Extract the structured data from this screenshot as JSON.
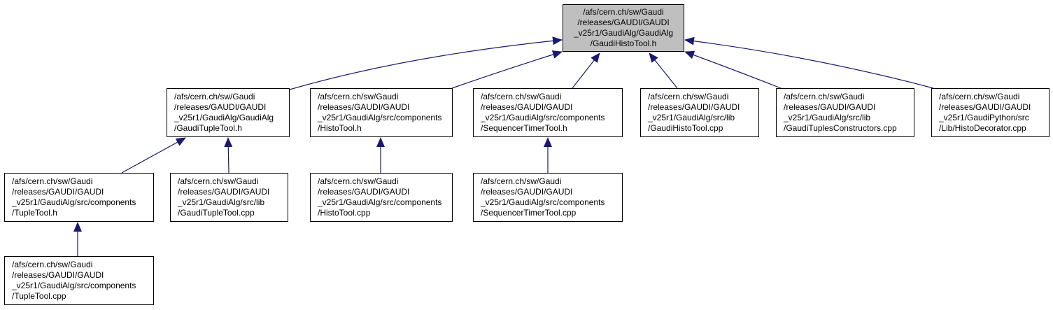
{
  "colors": {
    "edge": "#191970",
    "root_fill": "#bfbfbf",
    "node_fill": "#ffffff",
    "border": "#000000"
  },
  "nodes": [
    {
      "id": "gaudi-histo-tool-h",
      "lines": [
        "/afs/cern.ch/sw/Gaudi",
        "/releases/GAUDI/GAUDI",
        "_v25r1/GaudiAlg/GaudiAlg",
        "/GaudiHistoTool.h"
      ],
      "root": true
    },
    {
      "id": "gaudi-tuple-tool-h",
      "lines": [
        "/afs/cern.ch/sw/Gaudi",
        "/releases/GAUDI/GAUDI",
        "_v25r1/GaudiAlg/GaudiAlg",
        "/GaudiTupleTool.h"
      ]
    },
    {
      "id": "histo-tool-h",
      "lines": [
        "/afs/cern.ch/sw/Gaudi",
        "/releases/GAUDI/GAUDI",
        "_v25r1/GaudiAlg/src/components",
        "/HistoTool.h"
      ]
    },
    {
      "id": "sequencer-timer-tool-h",
      "lines": [
        "/afs/cern.ch/sw/Gaudi",
        "/releases/GAUDI/GAUDI",
        "_v25r1/GaudiAlg/src/components",
        "/SequencerTimerTool.h"
      ]
    },
    {
      "id": "gaudi-histo-tool-cpp",
      "lines": [
        "/afs/cern.ch/sw/Gaudi",
        "/releases/GAUDI/GAUDI",
        "_v25r1/GaudiAlg/src/lib",
        "/GaudiHistoTool.cpp"
      ]
    },
    {
      "id": "gaudi-tuples-constructors-cpp",
      "lines": [
        "/afs/cern.ch/sw/Gaudi",
        "/releases/GAUDI/GAUDI",
        "_v25r1/GaudiAlg/src/lib",
        "/GaudiTuplesConstructors.cpp"
      ]
    },
    {
      "id": "histo-decorator-cpp",
      "lines": [
        "/afs/cern.ch/sw/Gaudi",
        "/releases/GAUDI/GAUDI",
        "_v25r1/GaudiPython/src",
        "/Lib/HistoDecorator.cpp"
      ]
    },
    {
      "id": "tuple-tool-h",
      "lines": [
        "/afs/cern.ch/sw/Gaudi",
        "/releases/GAUDI/GAUDI",
        "_v25r1/GaudiAlg/src/components",
        "/TupleTool.h"
      ]
    },
    {
      "id": "gaudi-tuple-tool-cpp",
      "lines": [
        "/afs/cern.ch/sw/Gaudi",
        "/releases/GAUDI/GAUDI",
        "_v25r1/GaudiAlg/src/lib",
        "/GaudiTupleTool.cpp"
      ]
    },
    {
      "id": "histo-tool-cpp",
      "lines": [
        "/afs/cern.ch/sw/Gaudi",
        "/releases/GAUDI/GAUDI",
        "_v25r1/GaudiAlg/src/components",
        "/HistoTool.cpp"
      ]
    },
    {
      "id": "sequencer-timer-tool-cpp",
      "lines": [
        "/afs/cern.ch/sw/Gaudi",
        "/releases/GAUDI/GAUDI",
        "_v25r1/GaudiAlg/src/components",
        "/SequencerTimerTool.cpp"
      ]
    },
    {
      "id": "tuple-tool-cpp",
      "lines": [
        "/afs/cern.ch/sw/Gaudi",
        "/releases/GAUDI/GAUDI",
        "_v25r1/GaudiAlg/src/components",
        "/TupleTool.cpp"
      ]
    }
  ],
  "edges": [
    {
      "from": "gaudi-tuple-tool-h",
      "to": "gaudi-histo-tool-h"
    },
    {
      "from": "histo-tool-h",
      "to": "gaudi-histo-tool-h"
    },
    {
      "from": "sequencer-timer-tool-h",
      "to": "gaudi-histo-tool-h"
    },
    {
      "from": "gaudi-histo-tool-cpp",
      "to": "gaudi-histo-tool-h"
    },
    {
      "from": "gaudi-tuples-constructors-cpp",
      "to": "gaudi-histo-tool-h"
    },
    {
      "from": "histo-decorator-cpp",
      "to": "gaudi-histo-tool-h"
    },
    {
      "from": "tuple-tool-h",
      "to": "gaudi-tuple-tool-h"
    },
    {
      "from": "gaudi-tuple-tool-cpp",
      "to": "gaudi-tuple-tool-h"
    },
    {
      "from": "histo-tool-cpp",
      "to": "histo-tool-h"
    },
    {
      "from": "sequencer-timer-tool-cpp",
      "to": "sequencer-timer-tool-h"
    },
    {
      "from": "tuple-tool-cpp",
      "to": "tuple-tool-h"
    }
  ]
}
